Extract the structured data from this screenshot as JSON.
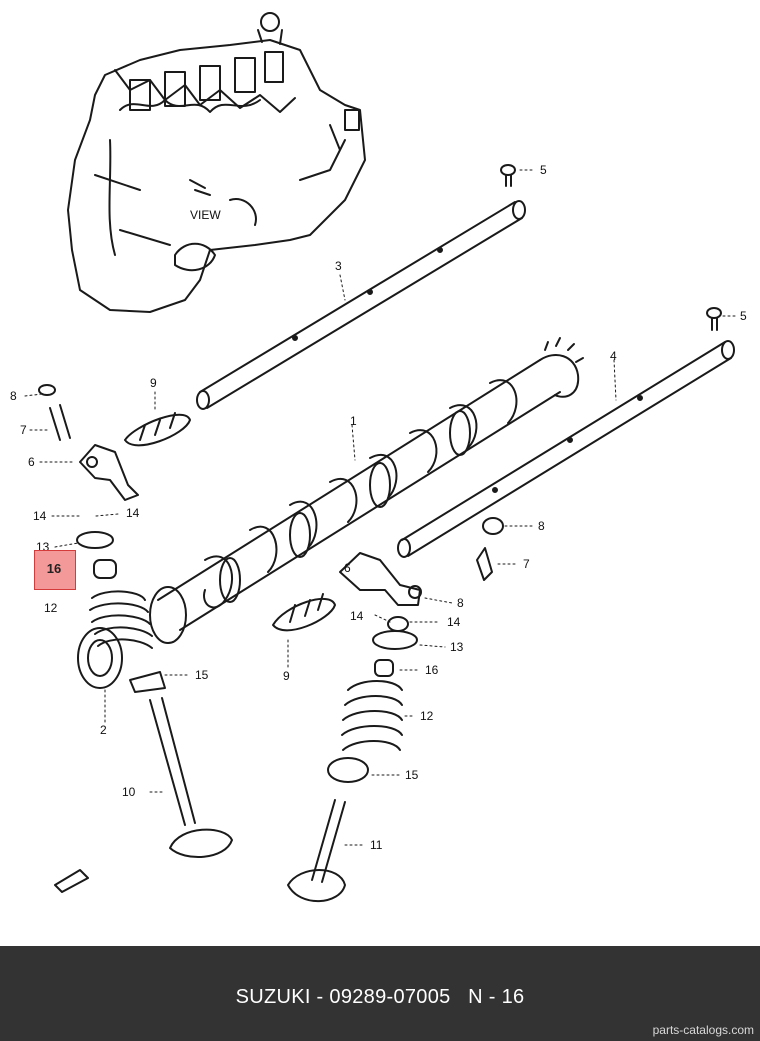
{
  "colors": {
    "highlight": "#e84a4a",
    "footer_bg": "#333333",
    "footer_text": "#ffffff"
  },
  "diagram": {
    "engine_view_label": "VIEW",
    "highlighted_part": "16",
    "callouts": [
      {
        "id": "c5a",
        "text": "5"
      },
      {
        "id": "c5b",
        "text": "5"
      },
      {
        "id": "c3",
        "text": "3"
      },
      {
        "id": "c4",
        "text": "4"
      },
      {
        "id": "c1",
        "text": "1"
      },
      {
        "id": "c9a",
        "text": "9"
      },
      {
        "id": "c8a",
        "text": "8"
      },
      {
        "id": "c7a",
        "text": "7"
      },
      {
        "id": "c6a",
        "text": "6"
      },
      {
        "id": "c14a",
        "text": "14"
      },
      {
        "id": "c14b",
        "text": "14"
      },
      {
        "id": "c13a",
        "text": "13"
      },
      {
        "id": "c12a",
        "text": "12"
      },
      {
        "id": "c2",
        "text": "2"
      },
      {
        "id": "c15a",
        "text": "15"
      },
      {
        "id": "c10",
        "text": "10"
      },
      {
        "id": "c8b",
        "text": "8"
      },
      {
        "id": "c7b",
        "text": "7"
      },
      {
        "id": "c6b",
        "text": "6"
      },
      {
        "id": "c8c",
        "text": "8"
      },
      {
        "id": "c14c",
        "text": "14"
      },
      {
        "id": "c14d",
        "text": "14"
      },
      {
        "id": "c13b",
        "text": "13"
      },
      {
        "id": "c16b",
        "text": "16"
      },
      {
        "id": "c9b",
        "text": "9"
      },
      {
        "id": "c12b",
        "text": "12"
      },
      {
        "id": "c15b",
        "text": "15"
      },
      {
        "id": "c11",
        "text": "11"
      }
    ]
  },
  "footer": {
    "brand": "SUZUKI",
    "sep1": " - ",
    "part_number": "09289-07005",
    "sep2": "   ",
    "ref": "N - 16",
    "site": "parts-catalogs.com"
  }
}
